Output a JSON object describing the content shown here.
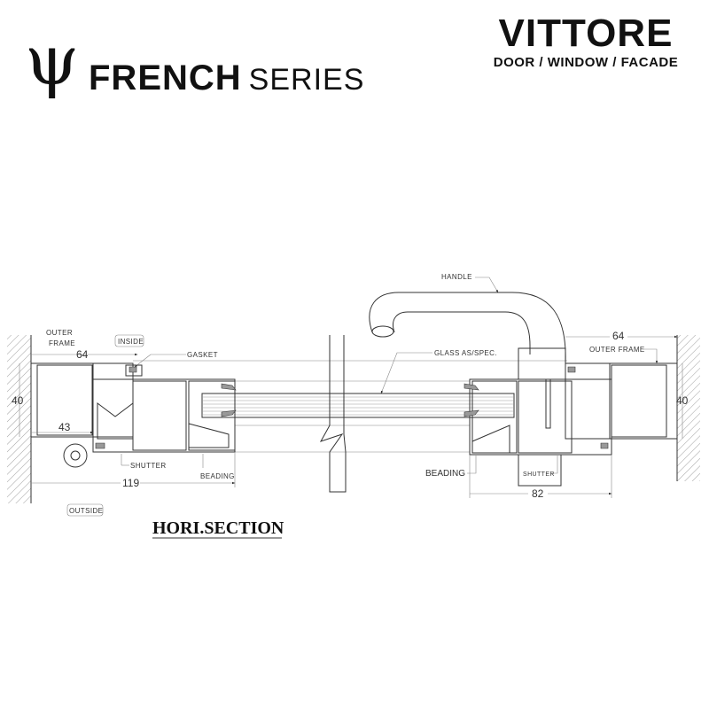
{
  "header": {
    "series_bold": "FRENCH",
    "series_light": "SERIES",
    "logo_symbol": "ψ",
    "brand_name": "VITTORE",
    "brand_tagline": "DOOR / WINDOW / FACADE"
  },
  "drawing": {
    "title": "HORI.SECTION",
    "left": {
      "outer_frame_line1": "OUTER",
      "outer_frame_line2": "FRAME",
      "inside": "INSIDE",
      "outside": "OUTSIDE",
      "gasket": "GASKET",
      "shutter": "SHUTTER",
      "beading": "BEADING",
      "dim_width": "64",
      "dim_height": "40",
      "dim_inner": "43",
      "dim_total": "119"
    },
    "right": {
      "handle": "HANDLE",
      "glass": "GLASS AS/SPEC.",
      "outer_frame": "OUTER FRAME",
      "beading": "BEADING",
      "shutter": "SHUTTER",
      "dim_width": "64",
      "dim_height": "40",
      "dim_total": "82"
    }
  }
}
